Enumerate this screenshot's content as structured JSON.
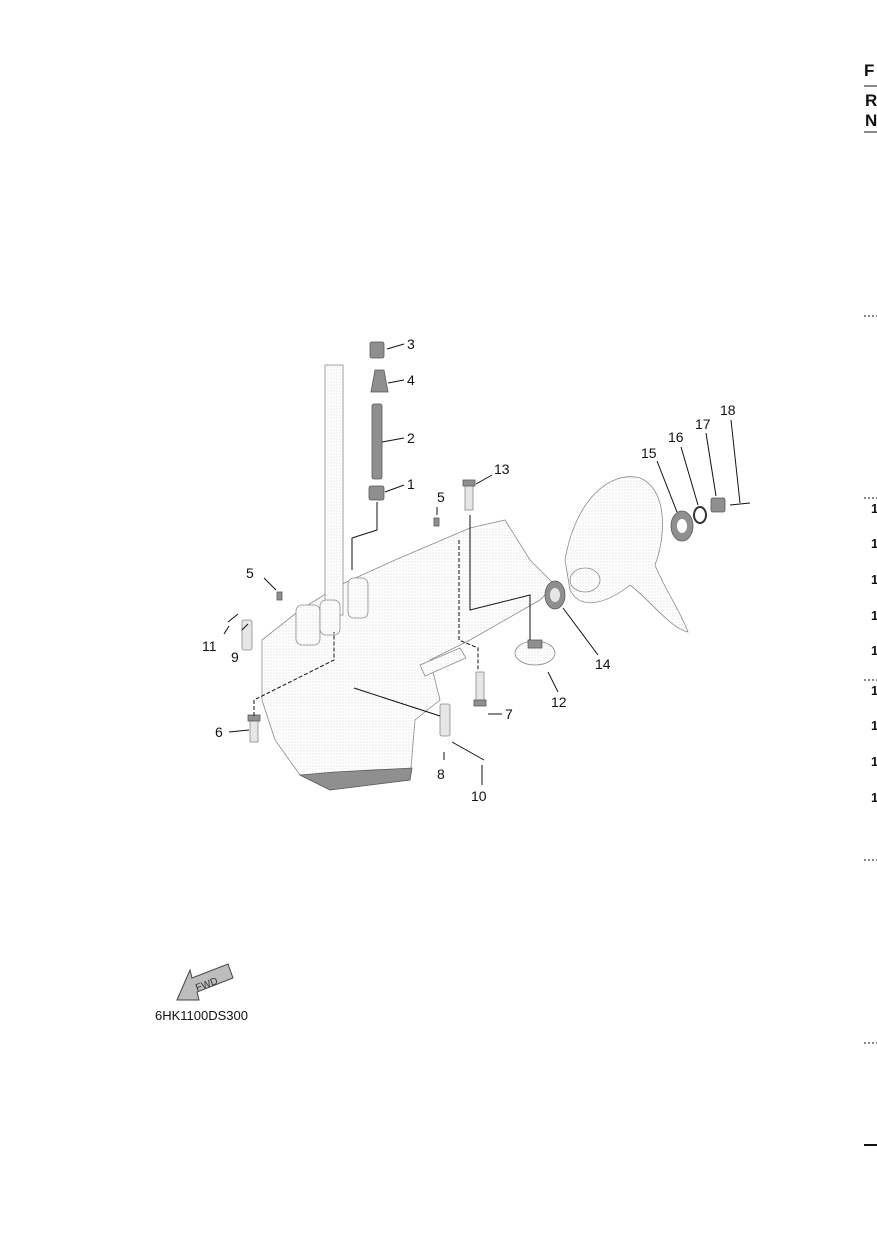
{
  "diagram": {
    "callouts": [
      "1",
      "2",
      "3",
      "4",
      "5",
      "5",
      "6",
      "7",
      "8",
      "9",
      "10",
      "11",
      "12",
      "13",
      "14",
      "15",
      "16",
      "17",
      "18"
    ],
    "drawing_code": "6HK1100DS300",
    "fwd_label": "FWD"
  },
  "right_edge": {
    "header_letters": [
      "F",
      "R",
      "N"
    ],
    "numbers": [
      "1",
      "1",
      "1",
      "1",
      "1",
      "1",
      "1",
      "1",
      "1"
    ]
  }
}
